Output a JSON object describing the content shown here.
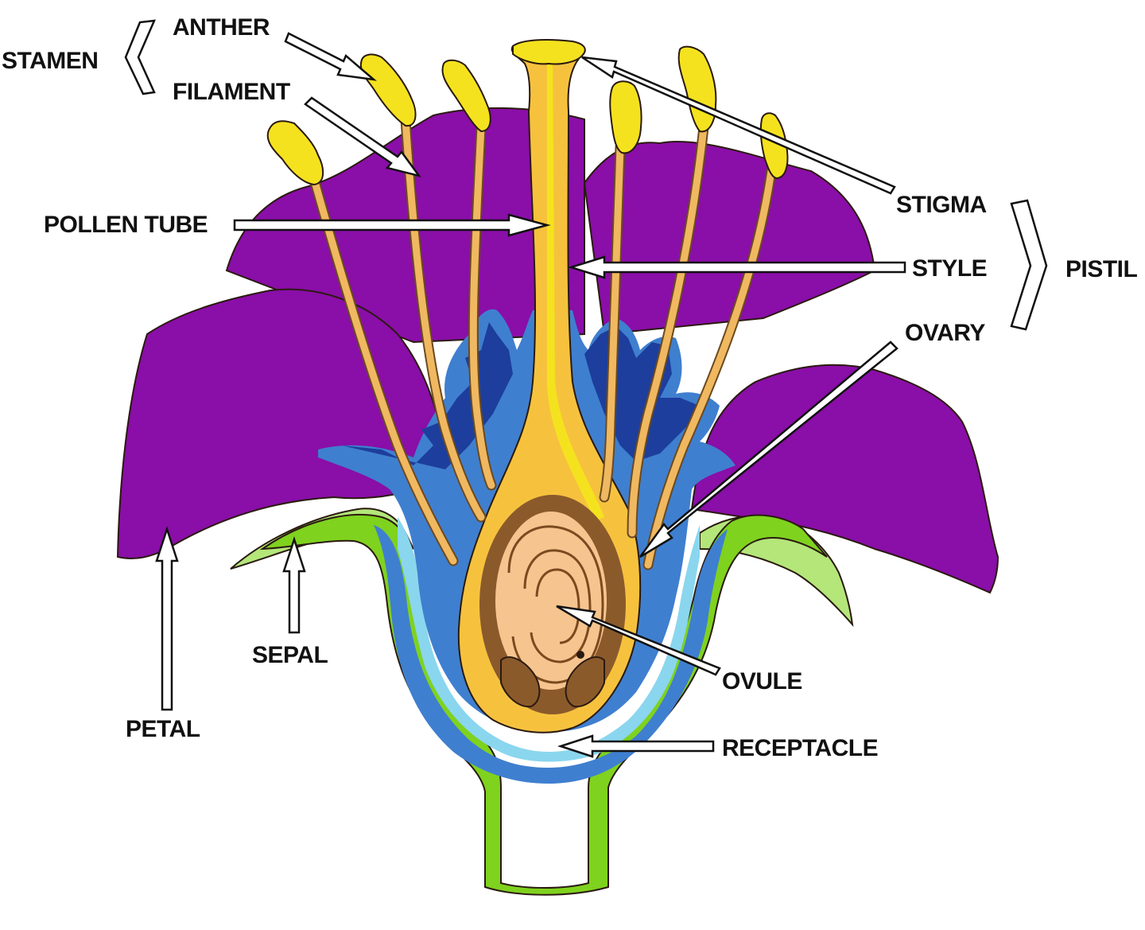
{
  "labels": {
    "stamen": "STAMEN",
    "anther": "ANTHER",
    "filament": "FILAMENT",
    "pollen_tube": "POLLEN TUBE",
    "stigma": "STIGMA",
    "style": "STYLE",
    "pistil": "PISTIL",
    "ovary": "OVARY",
    "ovule": "OVULE",
    "receptacle": "RECEPTACLE",
    "sepal": "SEPAL",
    "petal": "PETAL"
  },
  "colors": {
    "petal": "#8a0ea8",
    "sepal": "#b4e67a",
    "receptacle_outer": "#7fd21e",
    "inner_blue": "#3f7fcf",
    "inner_light": "#8ad6ee",
    "dark_blue": "#1d3e9c",
    "pistil": "#f6c23e",
    "stigma": "#f5e21e",
    "anther": "#f5e21e",
    "filament": "#f0b860",
    "ovule_dark": "#8b5a2b",
    "ovule_light": "#f6c48e"
  }
}
